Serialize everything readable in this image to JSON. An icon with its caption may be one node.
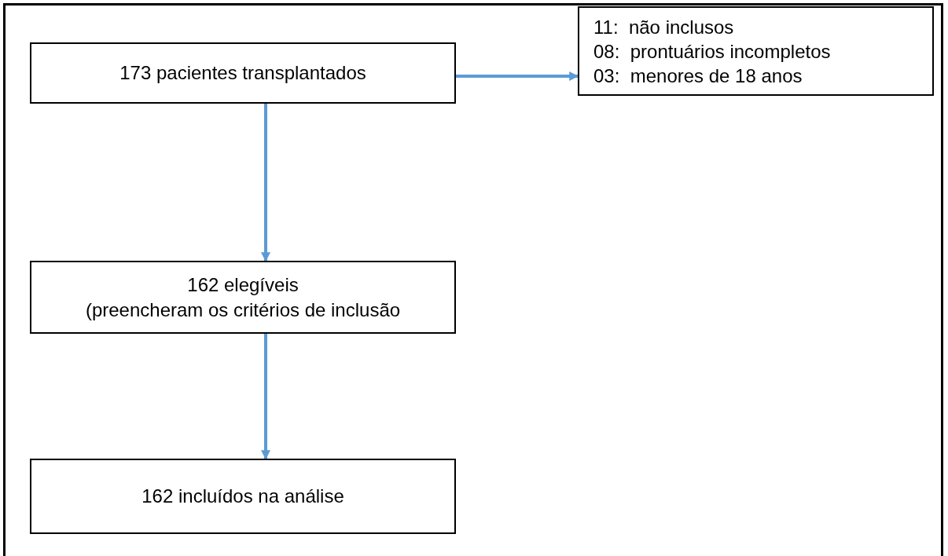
{
  "diagram": {
    "nodes": [
      {
        "text": [
          "173 pacientes transplantados"
        ]
      },
      {
        "text": [
          "11:  não inclusos",
          "08:  prontuários incompletos",
          "03:  menores de 18 anos"
        ]
      },
      {
        "text": [
          "162 elegíveis",
          "(preencheram os critérios de inclusão"
        ]
      },
      {
        "text": [
          "162 incluídos na análise"
        ]
      }
    ],
    "edges": [
      {
        "from": 0,
        "to": 1,
        "arrow": "to"
      },
      {
        "from": 0,
        "to": 2,
        "arrow": "to"
      },
      {
        "from": 2,
        "to": 3,
        "arrow": "to"
      }
    ]
  }
}
